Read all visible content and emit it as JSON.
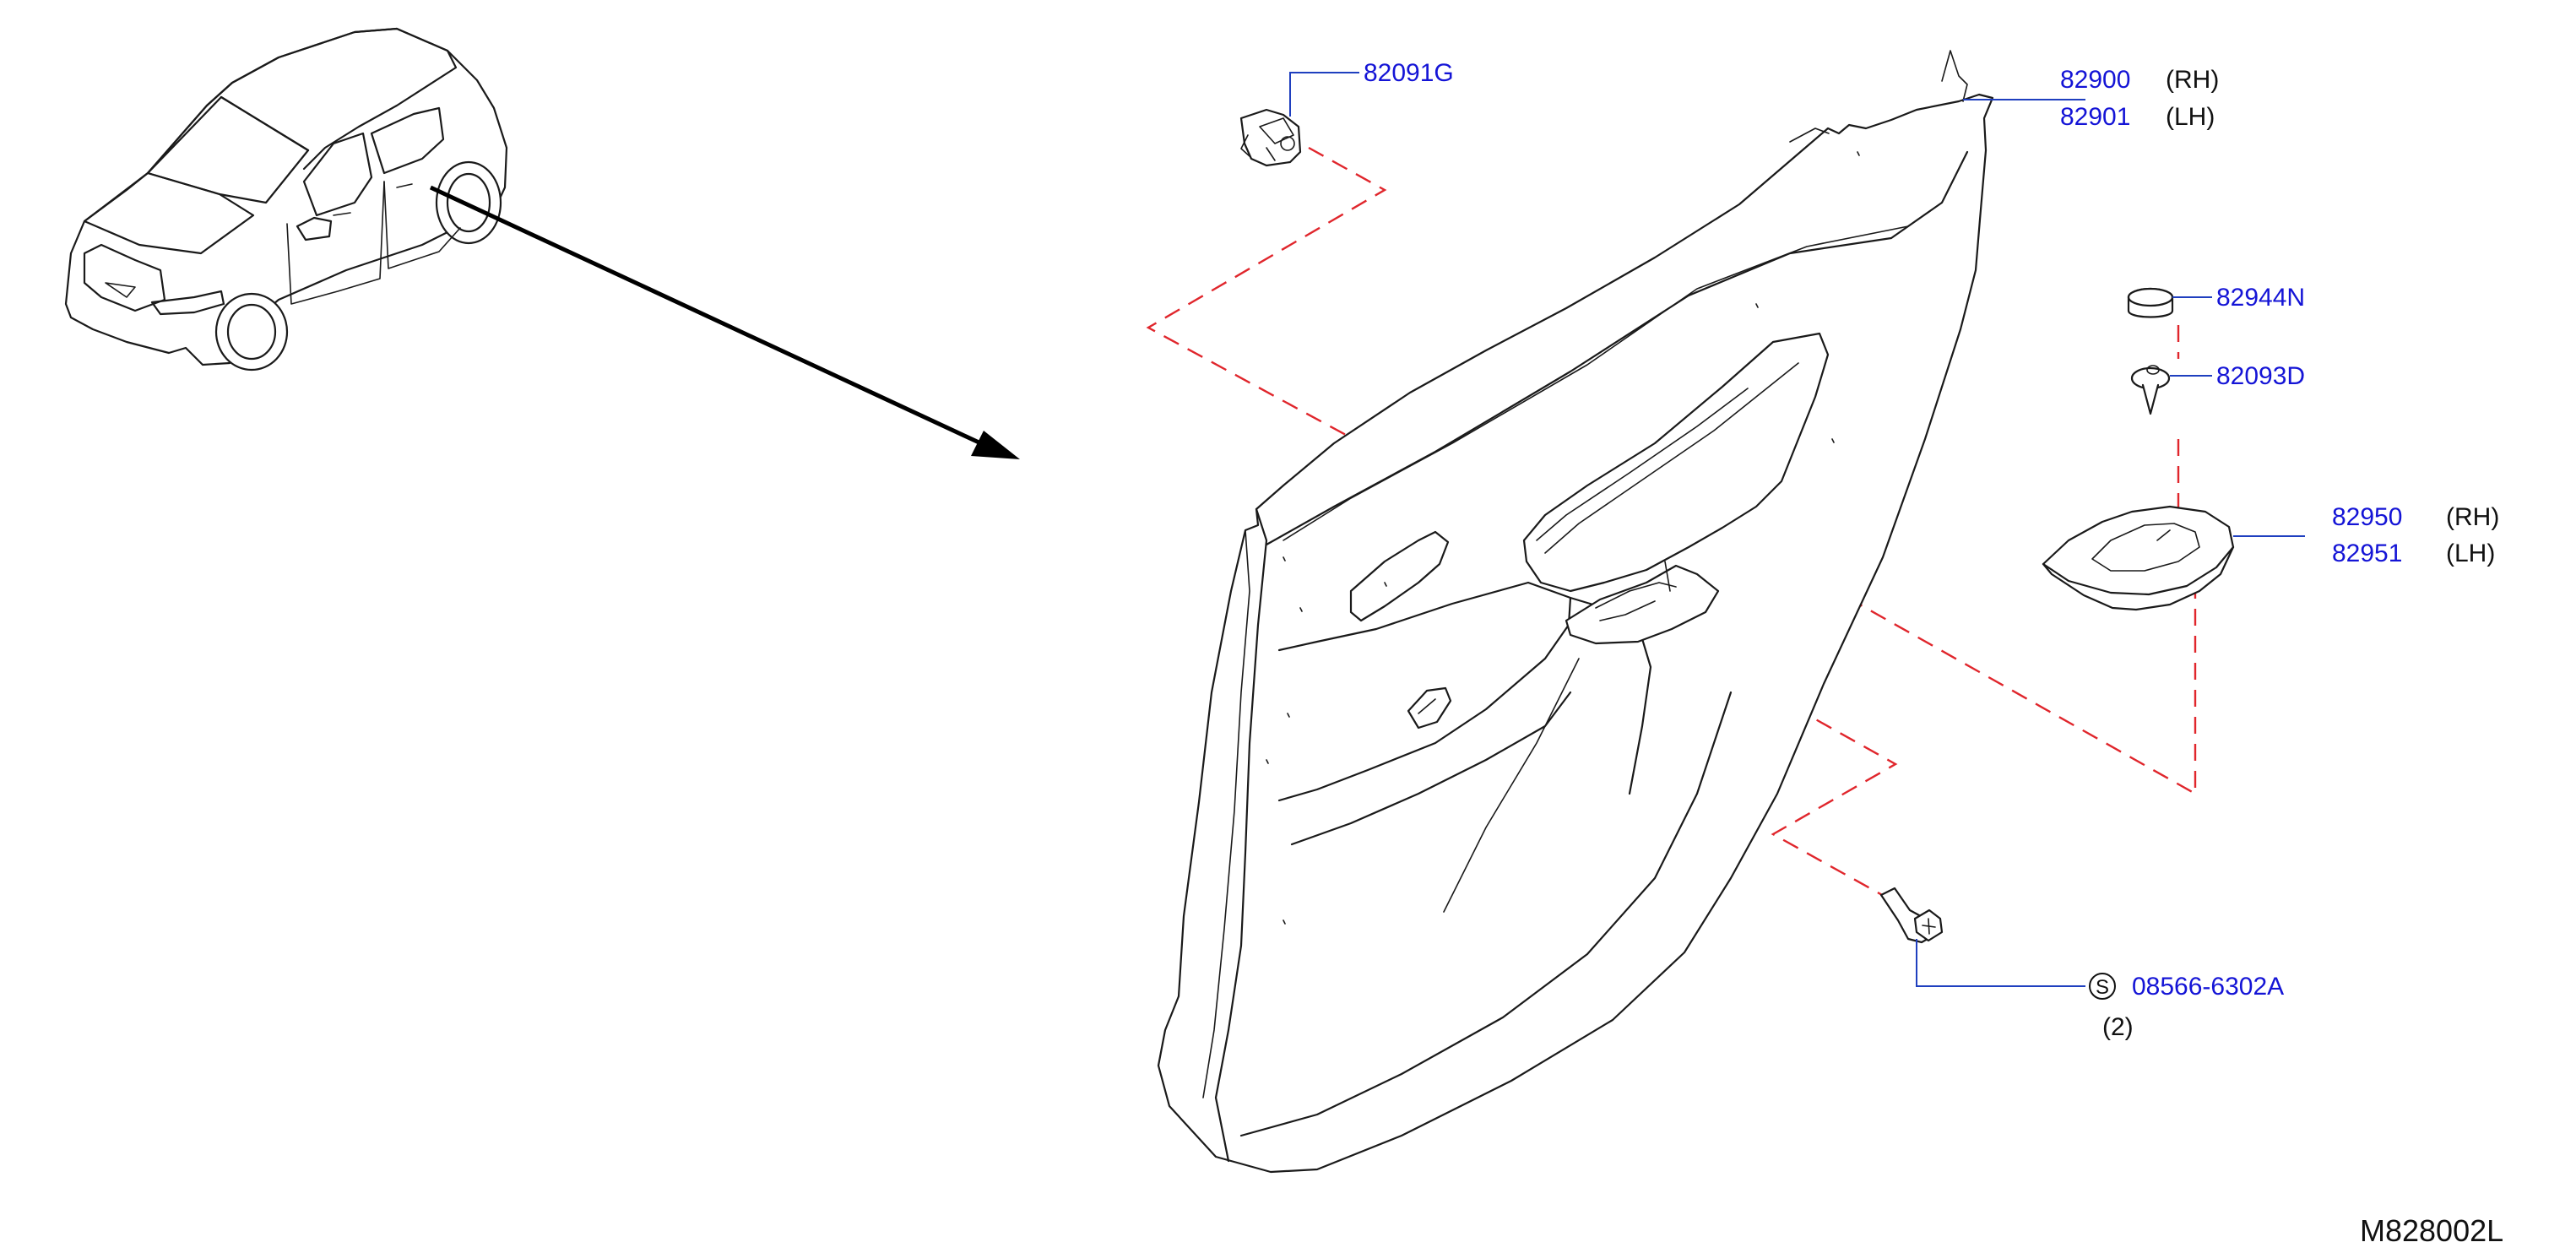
{
  "labels": {
    "p82091g": "82091G",
    "p82900": "82900",
    "p82900_side": "(RH)",
    "p82901": "82901",
    "p82901_side": "(LH)",
    "p82944n": "82944N",
    "p82093d": "82093D",
    "p82950": "82950",
    "p82950_side": "(RH)",
    "p82951": "82951",
    "p82951_side": "(LH)",
    "screw_symbol": "S",
    "screw_part": "08566-6302A",
    "screw_qty": "(2)"
  },
  "diagram_code": "M828002L",
  "colors": {
    "part_number": "#1414d6",
    "leader_line": "#1f3fbf",
    "dashed_link": "#e0262c",
    "drawing": "#1a1a1a"
  }
}
